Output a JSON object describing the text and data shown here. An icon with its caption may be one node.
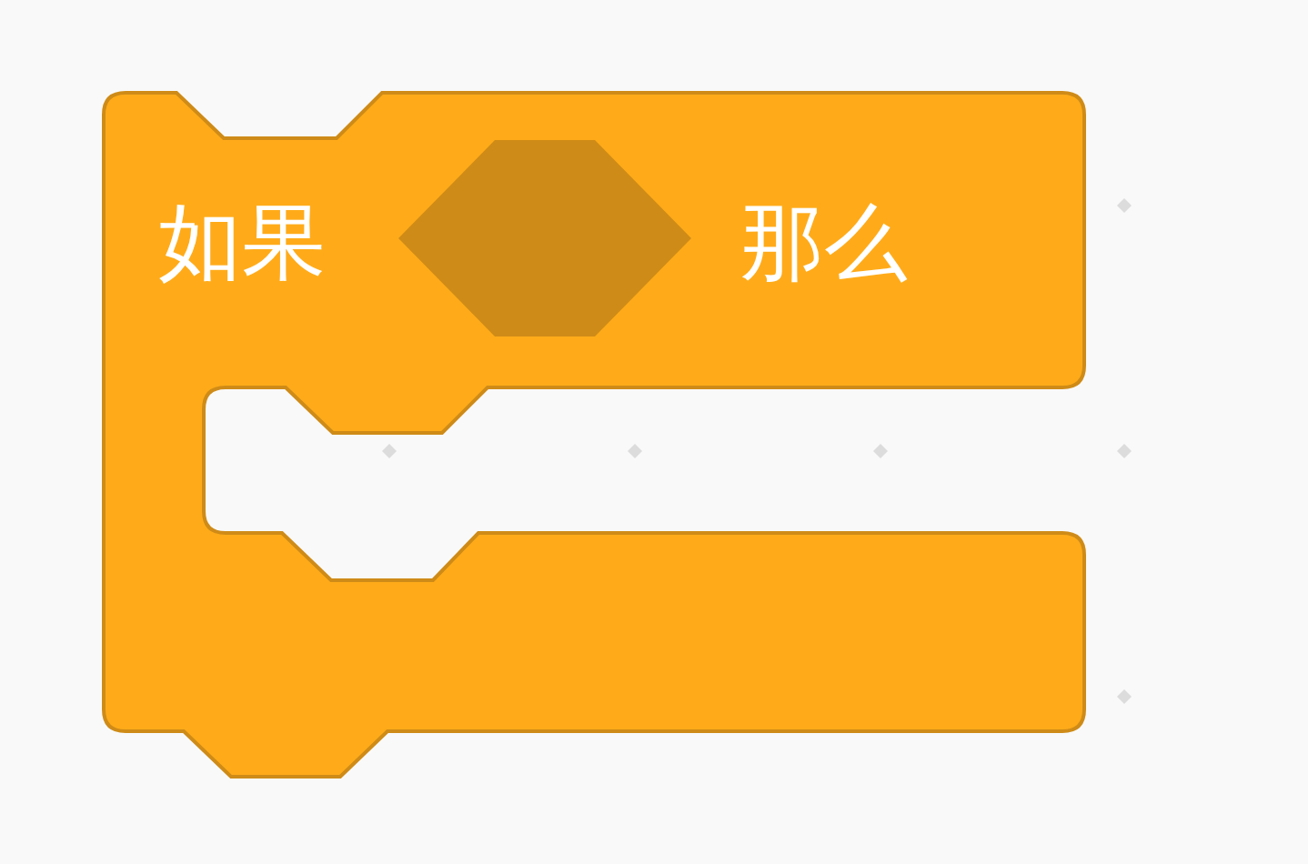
{
  "diagram": {
    "nodes": [
      {
        "text": [
          "如果",
          "那么"
        ]
      },
      {
        "text": [],
        "shape": "hexagon",
        "in": 0
      }
    ]
  }
}
